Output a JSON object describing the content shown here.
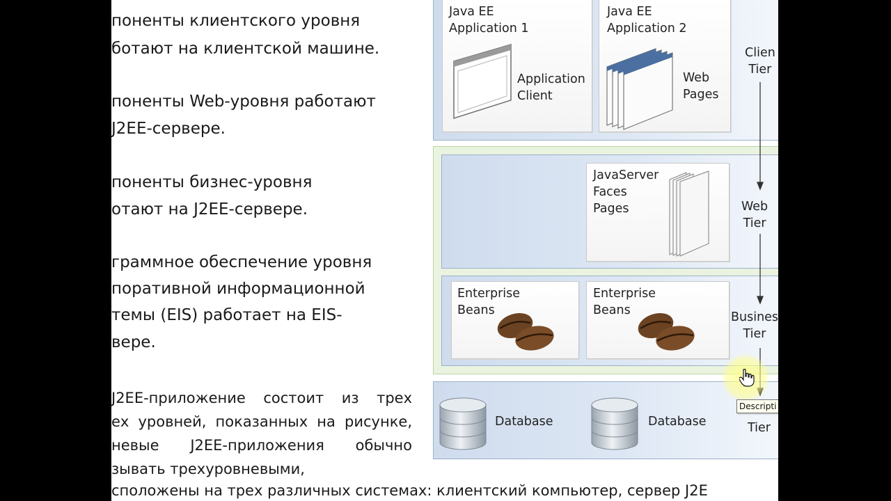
{
  "left_text": {
    "block1": [
      "поненты клиентского уровня",
      "ботают на клиентской машине."
    ],
    "block2": [
      "поненты Web-уровня работают",
      "J2EE-сервере."
    ],
    "block3": [
      "поненты бизнес-уровня",
      "отают на J2EE-сервере."
    ],
    "block4": [
      "граммное обеспечение уровня",
      "поративной информационной",
      "темы (EIS) работает на EIS-",
      "вере."
    ],
    "block5": [
      "J2EE-приложение состоит из трех",
      "ех уровней, показанных на рисунке,",
      "невые J2EE-приложения обычно",
      "зывать трехуровневыми,"
    ],
    "bottom_line": "сположены на трех различных системах: клиентский компьютер, сервер J2E"
  },
  "diagram": {
    "app1": "Java EE\nApplication 1",
    "app2": "Java EE\nApplication 2",
    "application_client": "Application\nClient",
    "web_pages": "Web\nPages",
    "client_tier": "Clien\nTier",
    "jsf_pages": "JavaServer\nFaces\nPages",
    "web_tier": "Web\nTier",
    "enterprise_beans_1": "Enterprise\nBeans",
    "enterprise_beans_2": "Enterprise\nBeans",
    "business_tier": "Busines\nTier",
    "database_1": "Database",
    "database_2": "Database",
    "eis_tier": "Tier"
  },
  "tooltip": "Descripti",
  "colors": {
    "tier_blue": "#cfdcee",
    "web_business_green": "#eaf3df",
    "cursor_highlight": "#ffff8c",
    "slide_bg": "#ffffff",
    "pillar_bg": "#000000"
  },
  "icons": [
    "browser-window-icon",
    "web-pages-stack-icon",
    "jsf-pages-stack-icon",
    "coffee-beans-icon",
    "database-cylinder-icon",
    "hand-cursor-icon",
    "arrow-down-icon"
  ]
}
